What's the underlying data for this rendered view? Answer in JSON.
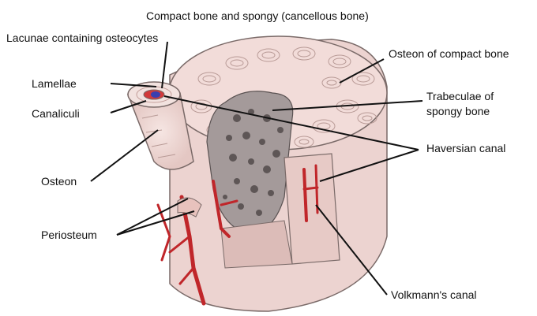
{
  "title": "Compact bone and spongy (cancellous bone)",
  "labels": {
    "lacunae": "Lacunae containing osteocytes",
    "lamellae": "Lamellae",
    "canaliculi": "Canaliculi",
    "osteon": "Osteon",
    "periosteum": "Periosteum",
    "osteon_compact": "Osteon of compact bone",
    "trabeculae_line1": "Trabeculae of",
    "trabeculae_line2": "spongy bone",
    "haversian": "Haversian canal",
    "volkmann": "Volkmann's canal"
  },
  "colors": {
    "bone": "#ecd3d0",
    "bone_dark": "#d9b7b3",
    "spongy": "#9a9090",
    "vessel": "#c0262a",
    "canal_blue": "#3a3fb0",
    "line": "#111111"
  }
}
